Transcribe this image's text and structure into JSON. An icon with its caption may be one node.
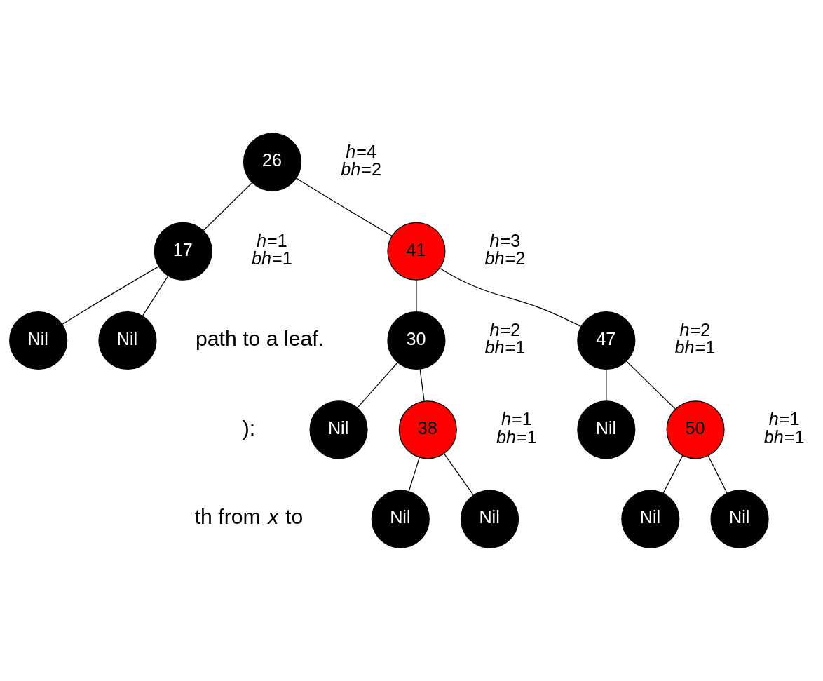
{
  "diagram": {
    "nodes": [
      {
        "text": [
          "26"
        ],
        "beside": [
          "*h*=4",
          "*bh*=2"
        ]
      },
      {
        "text": [
          "17"
        ],
        "beside": [
          "*h*=1",
          "*bh*=1"
        ]
      },
      {
        "text": [
          "41"
        ],
        "beside": [
          "*h*=3",
          "*bh*=2"
        ]
      },
      {
        "text": [
          "Nil"
        ]
      },
      {
        "text": [
          "Nil"
        ]
      },
      {
        "text": [
          "30"
        ],
        "beside": [
          "*h*=2",
          "*bh*=1"
        ]
      },
      {
        "text": [
          "47"
        ],
        "beside": [
          "*h*=2",
          "*bh*=1"
        ]
      },
      {
        "text": [
          "Nil"
        ]
      },
      {
        "text": [
          "38"
        ],
        "beside": [
          "*h*=1",
          "*bh*=1"
        ]
      },
      {
        "text": [
          "Nil"
        ]
      },
      {
        "text": [
          "50"
        ],
        "beside": [
          "*h*=1",
          "*bh*=1"
        ]
      },
      {
        "text": [
          "Nil"
        ]
      },
      {
        "text": [
          "Nil"
        ]
      },
      {
        "text": [
          "Nil"
        ]
      },
      {
        "text": [
          "Nil"
        ]
      }
    ],
    "edges": [
      {
        "from": 0,
        "to": 1,
        "arrow": "none"
      },
      {
        "from": 0,
        "to": 2,
        "arrow": "none"
      },
      {
        "from": 1,
        "to": 3,
        "arrow": "none"
      },
      {
        "from": 1,
        "to": 4,
        "arrow": "none"
      },
      {
        "from": 2,
        "to": 5,
        "arrow": "none"
      },
      {
        "from": 2,
        "to": 6,
        "arrow": "none"
      },
      {
        "from": 5,
        "to": 7,
        "arrow": "none"
      },
      {
        "from": 5,
        "to": 8,
        "arrow": "none"
      },
      {
        "from": 6,
        "to": 9,
        "arrow": "none"
      },
      {
        "from": 6,
        "to": 10,
        "arrow": "none"
      },
      {
        "from": 8,
        "to": 11,
        "arrow": "none"
      },
      {
        "from": 8,
        "to": 12,
        "arrow": "none"
      },
      {
        "from": 10,
        "to": 13,
        "arrow": "none"
      },
      {
        "from": 10,
        "to": 14,
        "arrow": "none"
      }
    ],
    "labels": [
      "path to a leaf.",
      "):",
      "th from *x* to"
    ]
  }
}
